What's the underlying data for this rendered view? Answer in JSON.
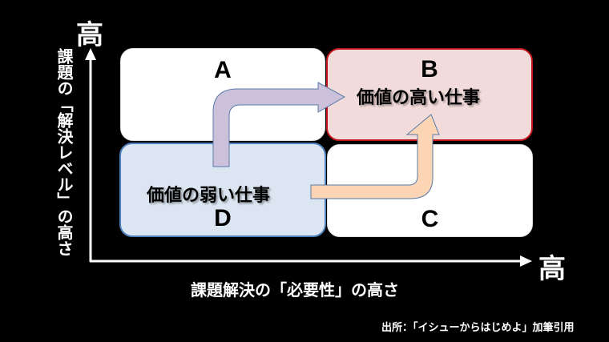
{
  "axes": {
    "y_high": "高",
    "x_high": "高",
    "y_label": "課題の「解決レベル」の高さ",
    "x_label": "課題解決の「必要性」の高さ"
  },
  "quadrants": {
    "a": {
      "label": "A"
    },
    "b": {
      "label": "B",
      "text": "価値の高い仕事",
      "fill": "#f2dcdb",
      "border": "#c0141a"
    },
    "c": {
      "label": "C"
    },
    "d": {
      "label": "D",
      "text": "価値の弱い仕事",
      "fill": "#dce6f2",
      "border": "#4f81bd"
    }
  },
  "arrows": {
    "purple": "#ccc1da",
    "orange": "#fcd5b5",
    "outline": "#5a7aa8"
  },
  "source": "出所：「イシューからはじめよ」加筆引用"
}
